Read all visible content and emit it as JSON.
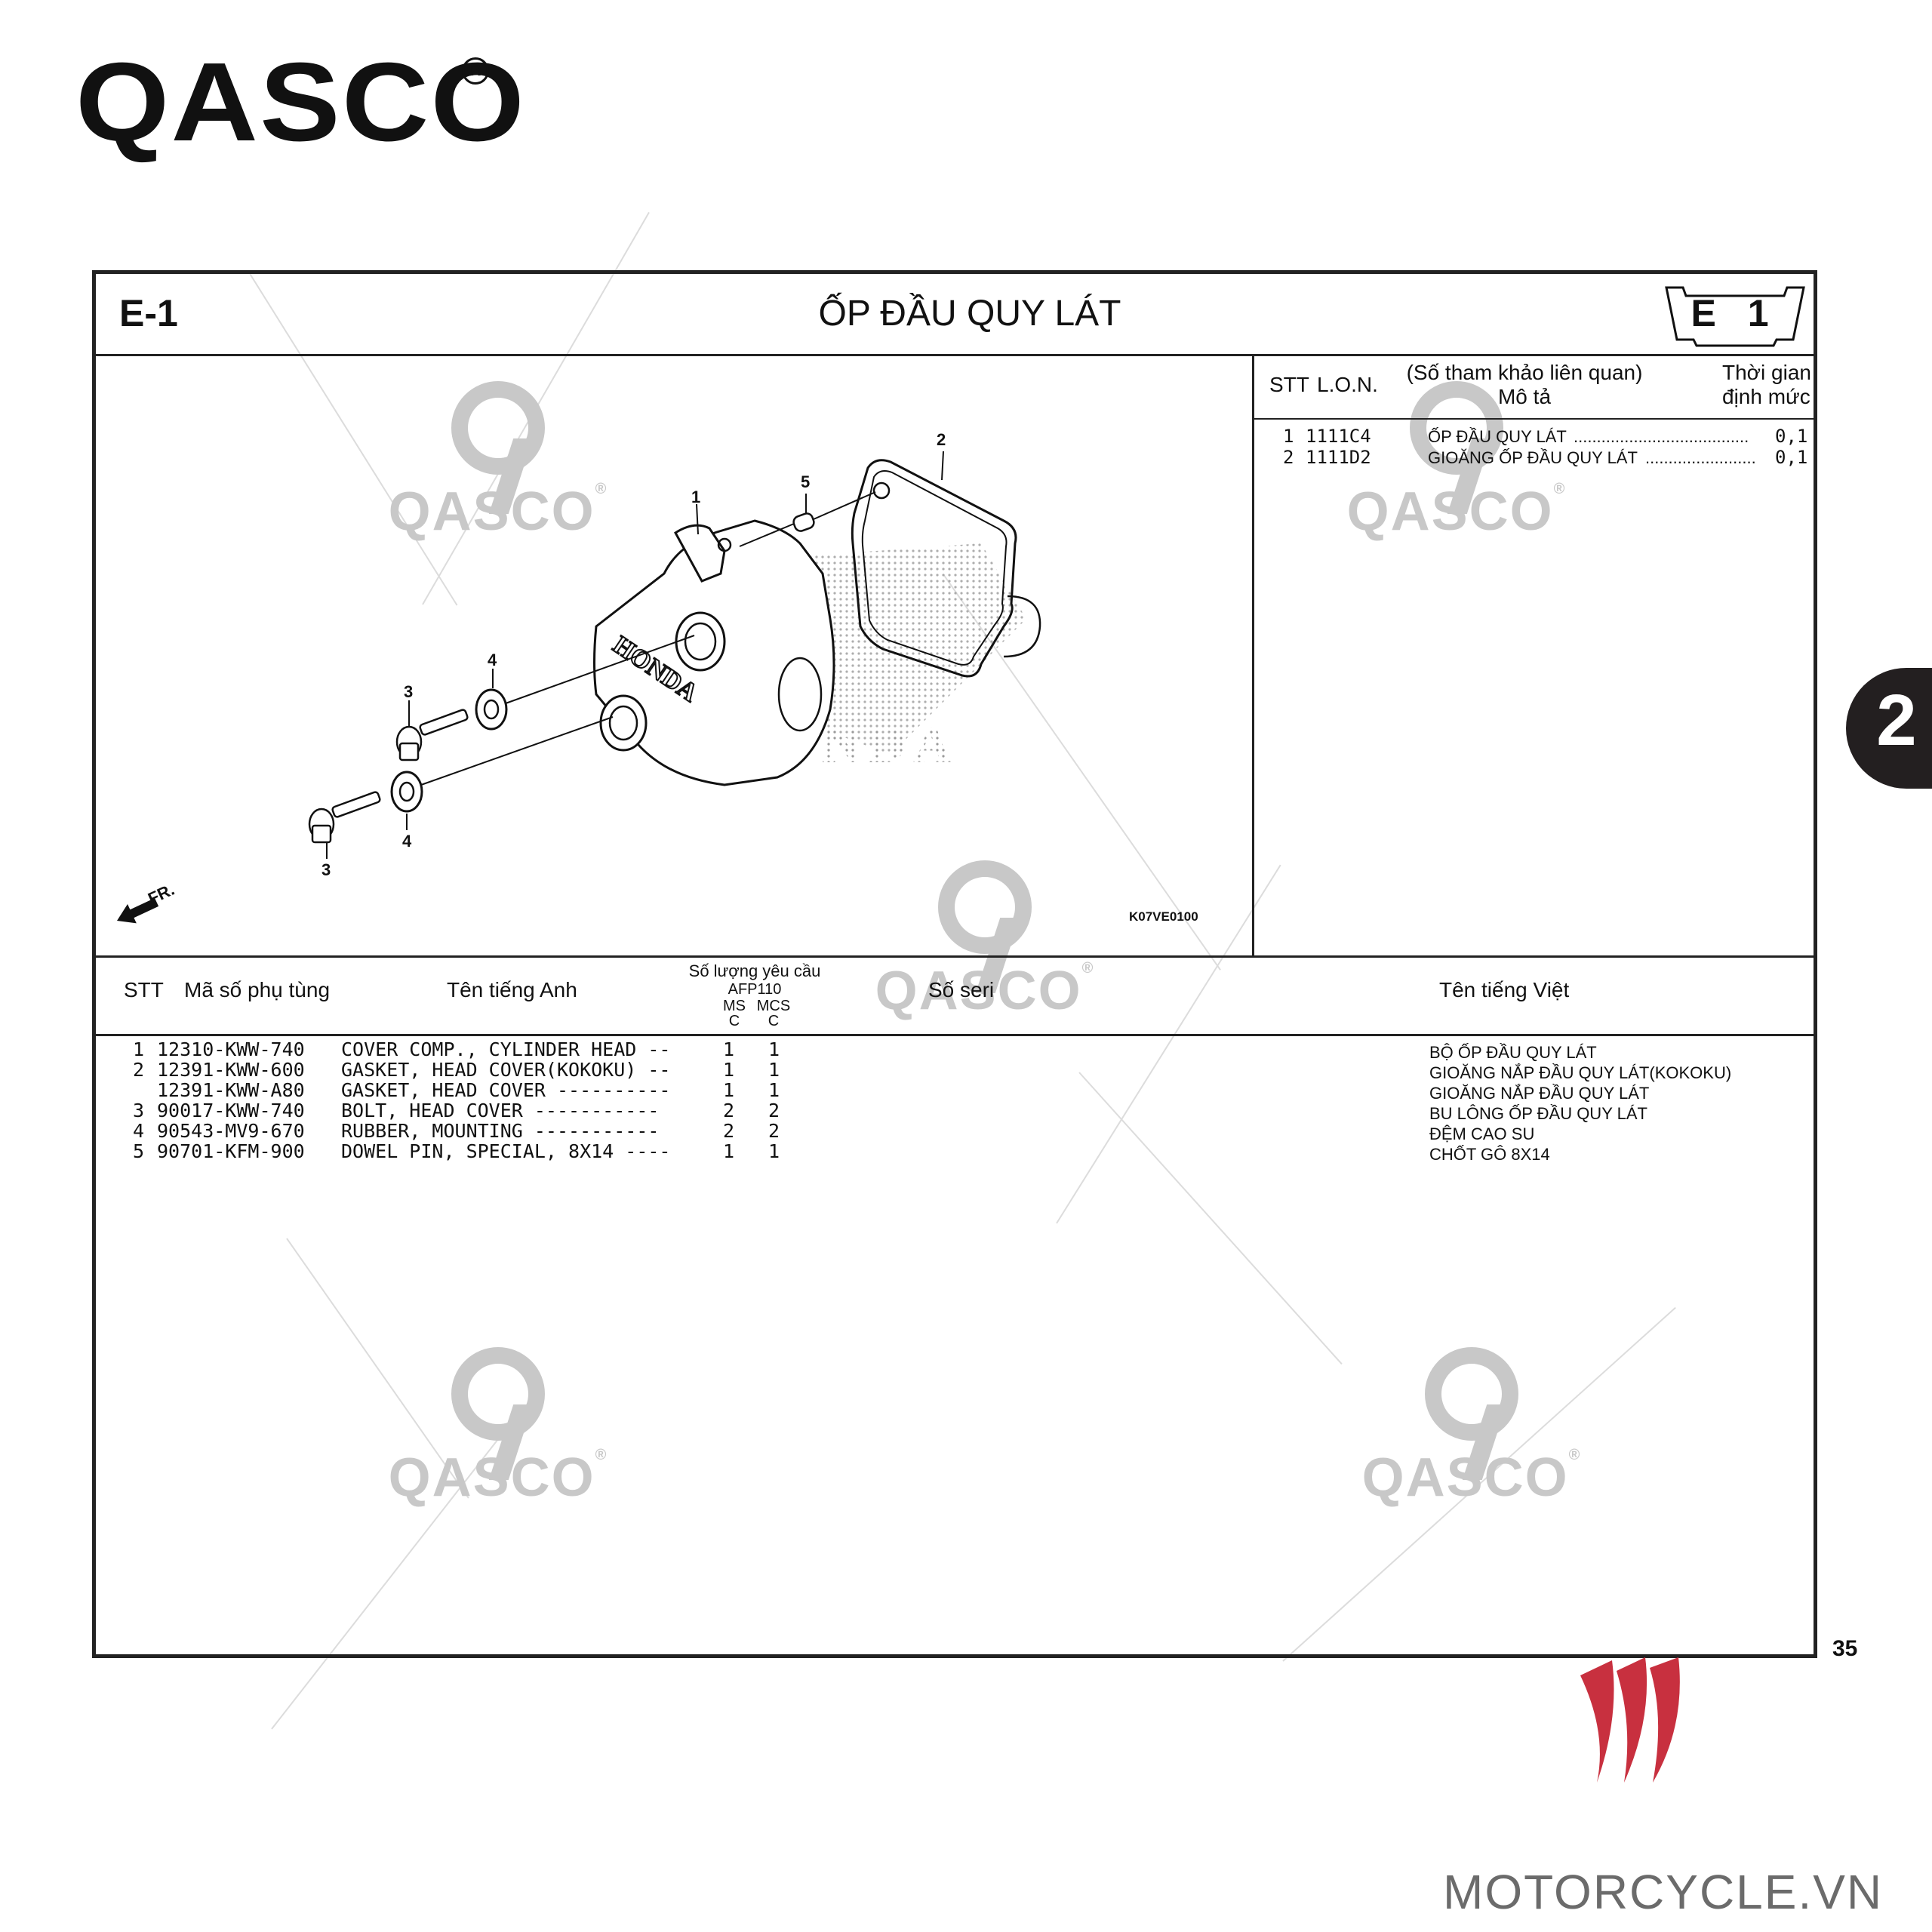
{
  "brand": {
    "name": "QASCO",
    "registered": "R"
  },
  "watermark": {
    "text": "QASCO",
    "registered": "®"
  },
  "section": {
    "code": "E-1",
    "title": "ỐP ĐẦU QUY LÁT",
    "badge": "E 1",
    "side_tab": "2"
  },
  "reference_panel": {
    "headers": {
      "stt": "STT",
      "lon": "L.O.N.",
      "related_line1": "(Số tham khảo liên quan)",
      "related_line2": "Mô tả",
      "time_line1": "Thời gian",
      "time_line2": "định mức"
    },
    "rows": [
      {
        "stt": "1",
        "lon": "1111C4",
        "desc": "ỐP ĐẦU QUY LÁT",
        "dots": "......................................",
        "time": "0,1"
      },
      {
        "stt": "2",
        "lon": "1111D2",
        "desc": "GIOĂNG ỐP ĐẦU QUY LÁT",
        "dots": "........................",
        "time": "0,1"
      }
    ]
  },
  "diagram": {
    "code": "K07VE0100",
    "front_label": "FR.",
    "brand_on_part": "HONDA",
    "callouts": [
      "1",
      "2",
      "3",
      "3",
      "4",
      "4",
      "5"
    ]
  },
  "parts_table": {
    "headers": {
      "stt": "STT",
      "part_no": "Mã số phụ tùng",
      "name_en": "Tên tiếng Anh",
      "qty_title": "Số lượng yêu cầu",
      "qty_model": "AFP110",
      "qty_col1": "MS",
      "qty_col2": "MCS",
      "qty_sub1": "C",
      "qty_sub2": "C",
      "serial": "Số seri",
      "name_vn": "Tên tiếng Việt"
    },
    "rows": [
      {
        "stt": "1",
        "part_no": "12310-KWW-740",
        "name_en": "COVER COMP., CYLINDER HEAD --",
        "ms": "1",
        "mcs": "1",
        "name_vn": "BỘ ỐP ĐẦU QUY LÁT"
      },
      {
        "stt": "2",
        "part_no": "12391-KWW-600",
        "name_en": "GASKET, HEAD COVER(KOKOKU) --",
        "ms": "1",
        "mcs": "1",
        "name_vn": "GIOĂNG NẮP ĐẦU QUY LÁT(KOKOKU)"
      },
      {
        "stt": "",
        "part_no": "12391-KWW-A80",
        "name_en": "GASKET, HEAD COVER ----------",
        "ms": "1",
        "mcs": "1",
        "name_vn": "GIOĂNG NẮP ĐẦU QUY LÁT"
      },
      {
        "stt": "3",
        "part_no": "90017-KWW-740",
        "name_en": "BOLT, HEAD COVER -----------",
        "ms": "2",
        "mcs": "2",
        "name_vn": "BU LÔNG ỐP ĐẦU QUY LÁT"
      },
      {
        "stt": "4",
        "part_no": "90543-MV9-670",
        "name_en": "RUBBER, MOUNTING -----------",
        "ms": "2",
        "mcs": "2",
        "name_vn": "ĐỆM CAO SU"
      },
      {
        "stt": "5",
        "part_no": "90701-KFM-900",
        "name_en": "DOWEL PIN, SPECIAL, 8X14 ----",
        "ms": "1",
        "mcs": "1",
        "name_vn": "CHỐT GÔ 8X14"
      }
    ]
  },
  "page_number": "35",
  "footer_brand": {
    "text": "MOTORCYCLE.VN",
    "accent_color": "#c8303f",
    "text_color": "#6b6b6b"
  }
}
